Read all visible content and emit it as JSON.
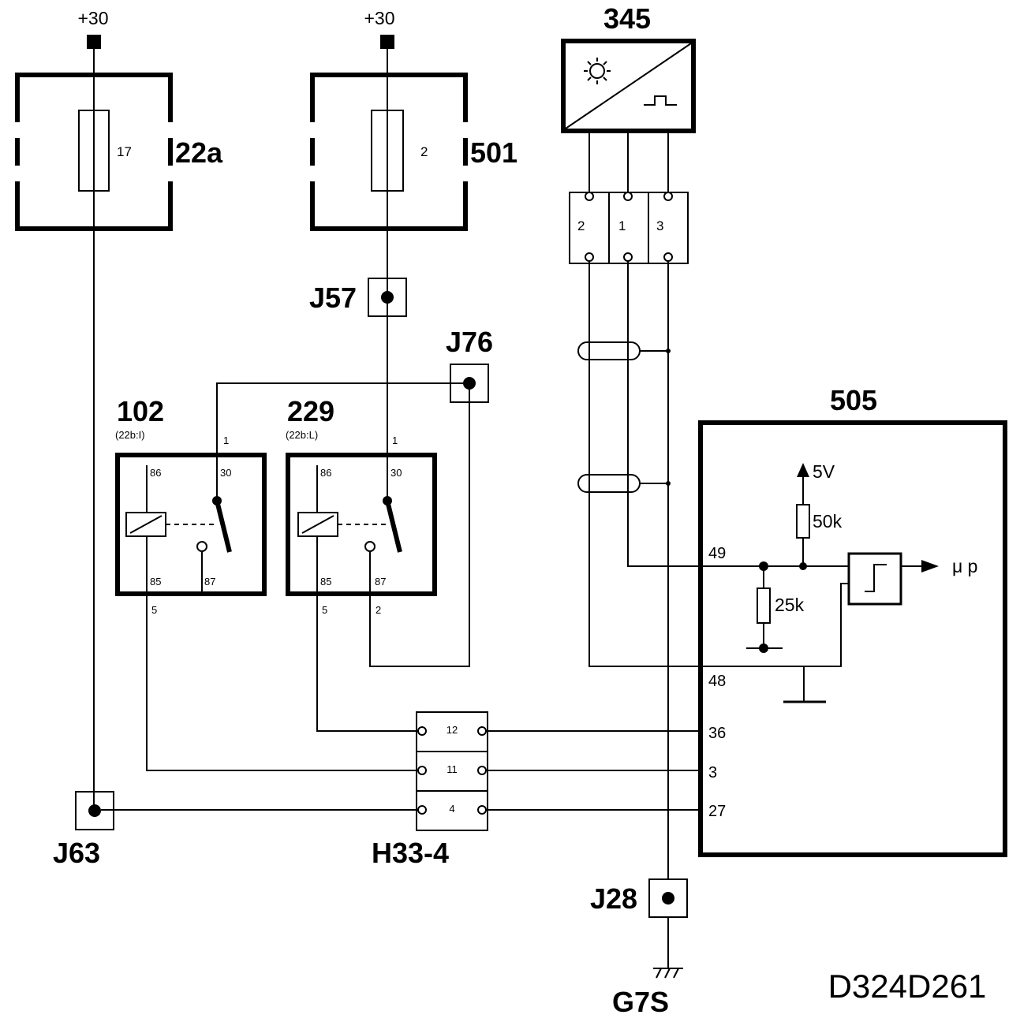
{
  "diagram_code": "D324D261",
  "supply": {
    "left": "+30",
    "right": "+30"
  },
  "fuse_boxes": [
    {
      "id": "22a",
      "fuse": "17"
    },
    {
      "id": "501",
      "fuse": "2"
    }
  ],
  "sensor": {
    "id": "345",
    "pins": [
      "2",
      "1",
      "3"
    ]
  },
  "junctions": {
    "j57": "J57",
    "j76": "J76",
    "j63": "J63",
    "j28": "J28"
  },
  "ground": "G7S",
  "relays": [
    {
      "id": "102",
      "ref": "(22b:I)",
      "in_pin": "1",
      "out_pin": "5",
      "terms": [
        "86",
        "30",
        "85",
        "87"
      ]
    },
    {
      "id": "229",
      "ref": "(22b:L)",
      "in_pin": "1",
      "out_pin": "5",
      "out_pin2": "2",
      "terms": [
        "86",
        "30",
        "85",
        "87"
      ]
    }
  ],
  "connector": {
    "id": "H33-4",
    "pins": [
      "12",
      "11",
      "4"
    ]
  },
  "ecu": {
    "id": "505",
    "supply": "5V",
    "r_pullup": "50k",
    "r_pulldown": "25k",
    "output": "μ p",
    "pins": [
      "49",
      "48",
      "36",
      "3",
      "27"
    ]
  }
}
